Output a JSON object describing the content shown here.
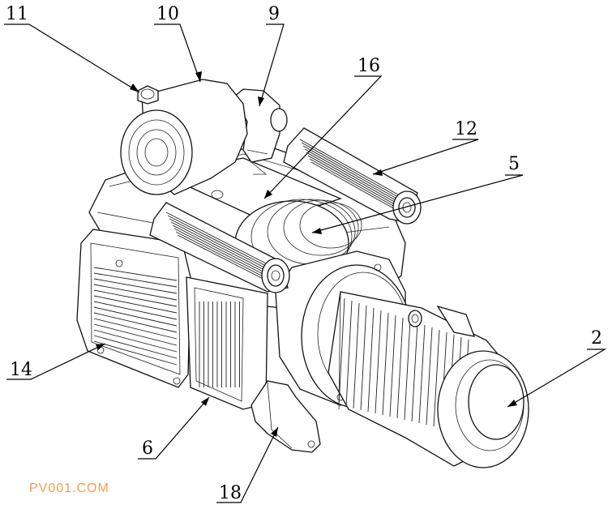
{
  "callouts": {
    "c11": "11",
    "c10": "10",
    "c9": "9",
    "c16": "16",
    "c12": "12",
    "c5": "5",
    "c2": "2",
    "c14": "14",
    "c6": "6",
    "c18": "18"
  },
  "watermark": {
    "text": "PV001.COM",
    "color": "#f0a04b"
  },
  "colors": {
    "line": "#111111",
    "background": "#ffffff"
  }
}
